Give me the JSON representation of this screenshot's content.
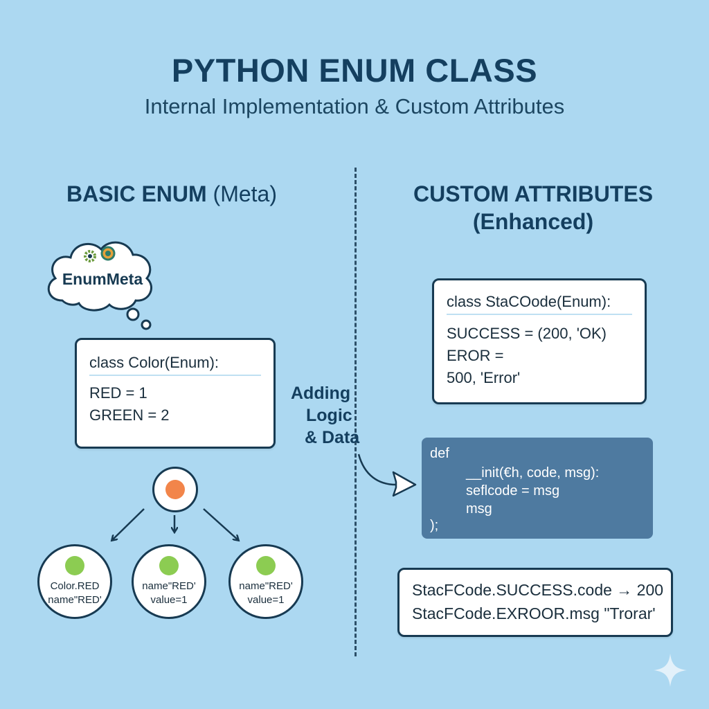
{
  "title": "PYTHON ENUM CLASS",
  "subtitle": "Internal Implementation & Custom Attributes",
  "left": {
    "heading_bold": "BASIC ENUM",
    "heading_light": " (Meta)",
    "cloud_label": "EnumMeta",
    "code": {
      "header": "class Color(Enum):",
      "lines": [
        "RED = 1",
        "GREEN = 2"
      ]
    },
    "members": [
      {
        "line1": "Color.RED",
        "line2": "name\"RED'"
      },
      {
        "line1": "name\"RED'",
        "line2": "value=1"
      },
      {
        "line1": "name\"RED'",
        "line2": "value=1"
      }
    ]
  },
  "middle": {
    "label_lines": [
      "Adding",
      "Logic",
      "& Data"
    ]
  },
  "right": {
    "heading_line1": "CUSTOM ATTRIBUTES",
    "heading_line2": "(Enhanced)",
    "code": {
      "header": "class StaCOode(Enum):",
      "lines": [
        "SUCCESS = (200, 'OK)",
        "EROR =",
        "500, 'Error'"
      ]
    },
    "init": {
      "lines": [
        "def",
        "__init(€h, code, msg):",
        "seflcode = msg",
        "msg",
        ");"
      ]
    },
    "usage": {
      "lines": [
        "StacFCode.SUCCESS.code → 200",
        "StacFCode.EXROOR.msg \"Trorar'"
      ]
    }
  },
  "colors": {
    "background": "#acd8f1",
    "dark": "#173a52",
    "init_box": "#4e7aa0",
    "root_dot": "#f2854a",
    "member_dot": "#8ccc52"
  },
  "icons": [
    "gears-icon",
    "sparkle-icon"
  ]
}
